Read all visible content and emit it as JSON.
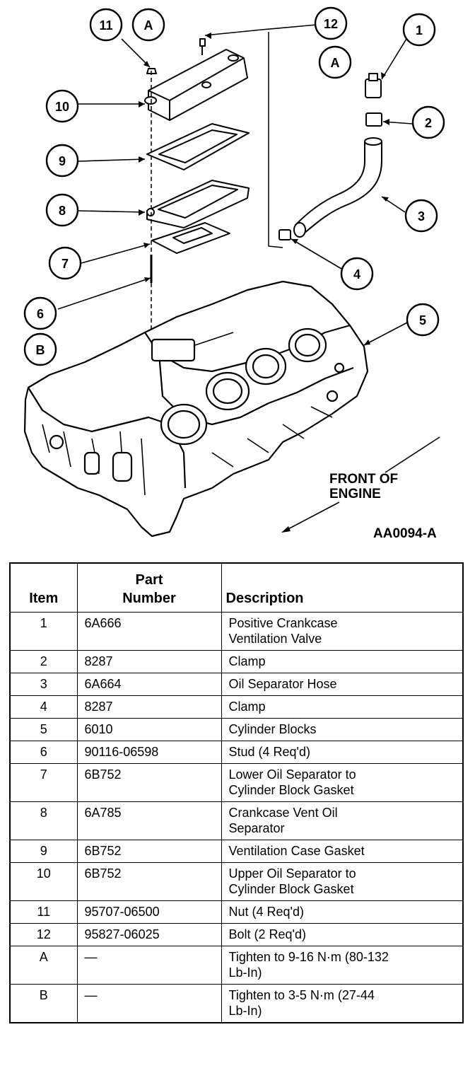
{
  "figure": {
    "id": "AA0094-A",
    "front_label_line1": "FRONT OF",
    "front_label_line2": "ENGINE",
    "callouts": [
      "1",
      "2",
      "3",
      "4",
      "5",
      "6",
      "7",
      "8",
      "9",
      "10",
      "11",
      "12",
      "A",
      "A",
      "B"
    ]
  },
  "table": {
    "headers": {
      "item": "Item",
      "part_line1": "Part",
      "part_line2": "Number",
      "description": "Description"
    },
    "rows": [
      {
        "item": "1",
        "part": "6A666",
        "desc": [
          "Positive Crankcase",
          "Ventilation Valve"
        ]
      },
      {
        "item": "2",
        "part": "8287",
        "desc": [
          "Clamp"
        ]
      },
      {
        "item": "3",
        "part": "6A664",
        "desc": [
          "Oil Separator Hose"
        ]
      },
      {
        "item": "4",
        "part": "8287",
        "desc": [
          "Clamp"
        ]
      },
      {
        "item": "5",
        "part": "6010",
        "desc": [
          "Cylinder Blocks"
        ]
      },
      {
        "item": "6",
        "part": "90116-06598",
        "desc": [
          "Stud (4 Req'd)"
        ]
      },
      {
        "item": "7",
        "part": "6B752",
        "desc": [
          "Lower Oil Separator to",
          "Cylinder Block Gasket"
        ]
      },
      {
        "item": "8",
        "part": "6A785",
        "desc": [
          "Crankcase Vent Oil",
          "Separator"
        ]
      },
      {
        "item": "9",
        "part": "6B752",
        "desc": [
          "Ventilation Case Gasket"
        ]
      },
      {
        "item": "10",
        "part": "6B752",
        "desc": [
          "Upper Oil Separator to",
          "Cylinder Block Gasket"
        ]
      },
      {
        "item": "11",
        "part": "95707-06500",
        "desc": [
          "Nut (4 Req'd)"
        ]
      },
      {
        "item": "12",
        "part": "95827-06025",
        "desc": [
          "Bolt (2 Req'd)"
        ]
      },
      {
        "item": "A",
        "part": "—",
        "desc": [
          "Tighten to 9-16 N·m (80-132",
          "Lb-In)"
        ]
      },
      {
        "item": "B",
        "part": "—",
        "desc": [
          "Tighten to 3-5 N·m (27-44",
          "Lb-In)"
        ]
      }
    ]
  }
}
